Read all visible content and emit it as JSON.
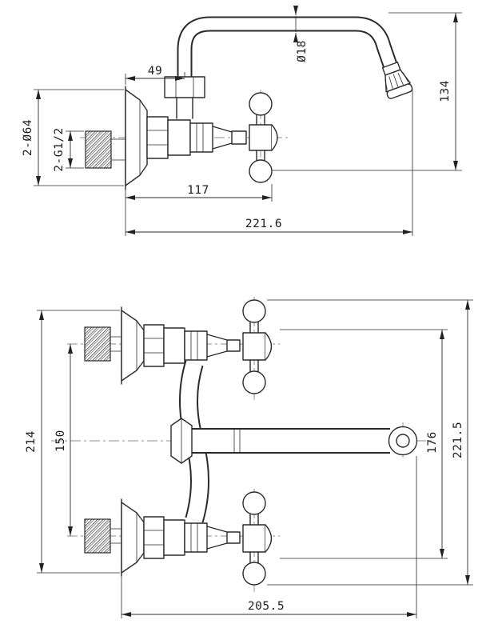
{
  "title": "Wall-mounted faucet dimensional drawing",
  "colors": {
    "line": "#2b2b2b",
    "background": "#ffffff"
  },
  "side_view": {
    "dims": {
      "spout_offset": "49",
      "spout_dia": "Ø18",
      "height": "134",
      "flange": "2-Ø64",
      "thread": "2-G1/2",
      "handle_offset": "117",
      "total_reach": "221.6"
    }
  },
  "front_view": {
    "dims": {
      "flange_span": "214",
      "inlet_span": "150",
      "body_span": "176",
      "total_height": "221.5",
      "total_width": "205.5"
    }
  }
}
